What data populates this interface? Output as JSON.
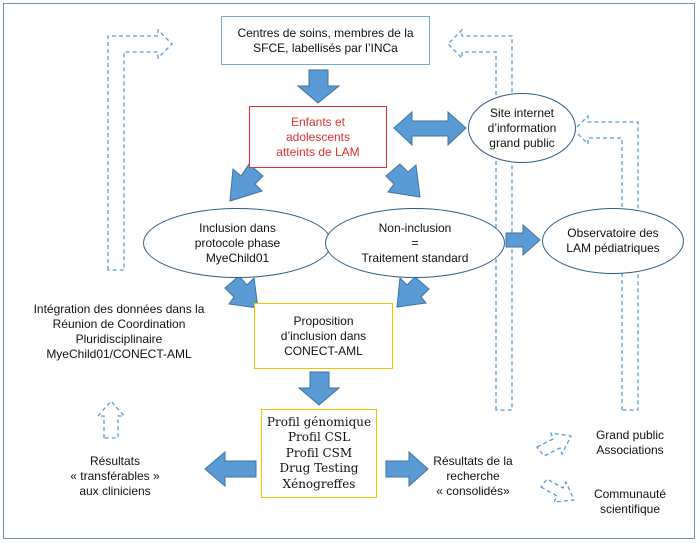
{
  "nodes": {
    "centres": "Centres de soins, membres de la\nSFCE, labellisés par l’INCa",
    "enfants": "Enfants et\nadolescents\natteints de LAM",
    "site": "Site internet\nd’information\ngrand public",
    "inclusion": "Inclusion dans\nprotocole phase\nMyeChild01",
    "non_inclusion": "Non-inclusion\n=\nTraitement standard",
    "observatoire": "Observatoire des\nLAM pédiatriques",
    "proposition": "Proposition\nd’inclusion dans\nCONECT-AML",
    "profil": "Profil génomique\nProfil CSL\nProfil CSM\nDrug Testing\nXénogreffes"
  },
  "texts": {
    "integration": "Intégration des données dans la\nRéunion de Coordination\nPluridisciplinaire\nMyeChild01/CONECT-AML",
    "resultats_transferables": "Résultats\n« transférables »\naux cliniciens",
    "resultats_consolides": "Résultats de la\nrecherche\n« consolidés»"
  },
  "legend": {
    "grand_public": "Grand public\nAssociations",
    "communaute": "Communauté\nscientifique"
  },
  "colors": {
    "arrow_fill": "#5b9bd5",
    "arrow_stroke": "#41719c",
    "dashed": "#5b9bd5",
    "box_blue": "#6fa8dc",
    "box_red": "#e03030",
    "box_yellow": "#f2c200",
    "ellipse": "#2f5d8a"
  }
}
